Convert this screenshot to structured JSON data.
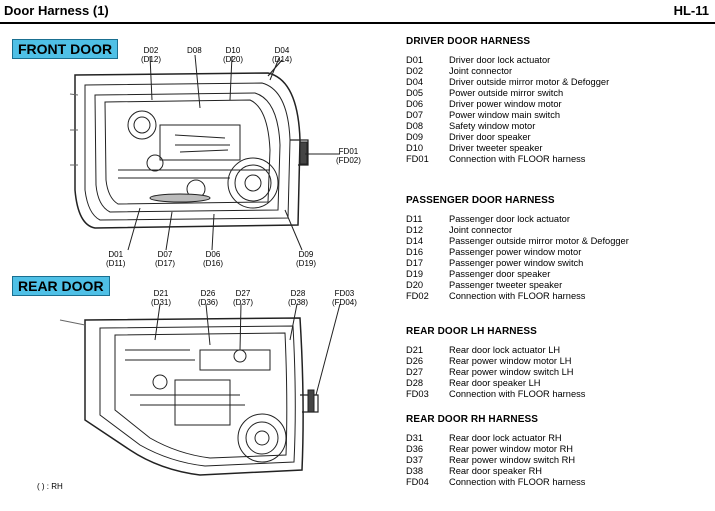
{
  "header": {
    "title": "Door Harness (1)",
    "page": "HL-11"
  },
  "front_door": {
    "label": "FRONT DOOR",
    "callouts": [
      {
        "top": "D02",
        "bottom": "(D12)"
      },
      {
        "top": "D08",
        "bottom": ""
      },
      {
        "top": "D10",
        "bottom": "(D20)"
      },
      {
        "top": "D04",
        "bottom": "(D14)"
      },
      {
        "top": "FD01",
        "bottom": "(FD02)"
      },
      {
        "top": "D01",
        "bottom": "(D11)"
      },
      {
        "top": "D07",
        "bottom": "(D17)"
      },
      {
        "top": "D06",
        "bottom": "(D16)"
      },
      {
        "top": "D09",
        "bottom": "(D19)"
      }
    ]
  },
  "rear_door": {
    "label": "REAR DOOR",
    "callouts": [
      {
        "top": "D21",
        "bottom": "(D31)"
      },
      {
        "top": "D26",
        "bottom": "(D36)"
      },
      {
        "top": "D27",
        "bottom": "(D37)"
      },
      {
        "top": "D28",
        "bottom": "(D38)"
      },
      {
        "top": "FD03",
        "bottom": "(FD04)"
      }
    ]
  },
  "note": "( ) : RH",
  "sections": [
    {
      "title": "DRIVER DOOR HARNESS",
      "items": [
        {
          "code": "D01",
          "desc": "Driver door lock actuator"
        },
        {
          "code": "D02",
          "desc": "Joint connector"
        },
        {
          "code": "D04",
          "desc": "Driver outside mirror motor & Defogger"
        },
        {
          "code": "D05",
          "desc": "Power outside mirror switch"
        },
        {
          "code": "D06",
          "desc": "Driver power window motor"
        },
        {
          "code": "D07",
          "desc": "Power window main switch"
        },
        {
          "code": "D08",
          "desc": "Safety window motor"
        },
        {
          "code": "D09",
          "desc": "Driver door speaker"
        },
        {
          "code": "D10",
          "desc": "Driver tweeter speaker"
        },
        {
          "code": "FD01",
          "desc": "Connection with FLOOR harness"
        }
      ]
    },
    {
      "title": "PASSENGER DOOR HARNESS",
      "items": [
        {
          "code": "D11",
          "desc": "Passenger door lock actuator"
        },
        {
          "code": "D12",
          "desc": "Joint connector"
        },
        {
          "code": "D14",
          "desc": "Passenger outside mirror motor & Defogger"
        },
        {
          "code": "D16",
          "desc": "Passenger power window motor"
        },
        {
          "code": "D17",
          "desc": "Passenger power window switch"
        },
        {
          "code": "D19",
          "desc": "Passenger door speaker"
        },
        {
          "code": "D20",
          "desc": "Passenger tweeter speaker"
        },
        {
          "code": "FD02",
          "desc": "Connection with FLOOR harness"
        }
      ]
    },
    {
      "title": "REAR DOOR LH HARNESS",
      "items": [
        {
          "code": "D21",
          "desc": "Rear door lock actuator LH"
        },
        {
          "code": "D26",
          "desc": "Rear power window motor LH"
        },
        {
          "code": "D27",
          "desc": "Rear power window switch LH"
        },
        {
          "code": "D28",
          "desc": "Rear door speaker LH"
        },
        {
          "code": "FD03",
          "desc": "Connection with FLOOR harness"
        }
      ]
    },
    {
      "title": "REAR DOOR RH HARNESS",
      "items": [
        {
          "code": "D31",
          "desc": "Rear door lock actuator RH"
        },
        {
          "code": "D36",
          "desc": "Rear power window motor RH"
        },
        {
          "code": "D37",
          "desc": "Rear power window switch RH"
        },
        {
          "code": "D38",
          "desc": "Rear door speaker RH"
        },
        {
          "code": "FD04",
          "desc": "Connection with FLOOR harness"
        }
      ]
    }
  ]
}
